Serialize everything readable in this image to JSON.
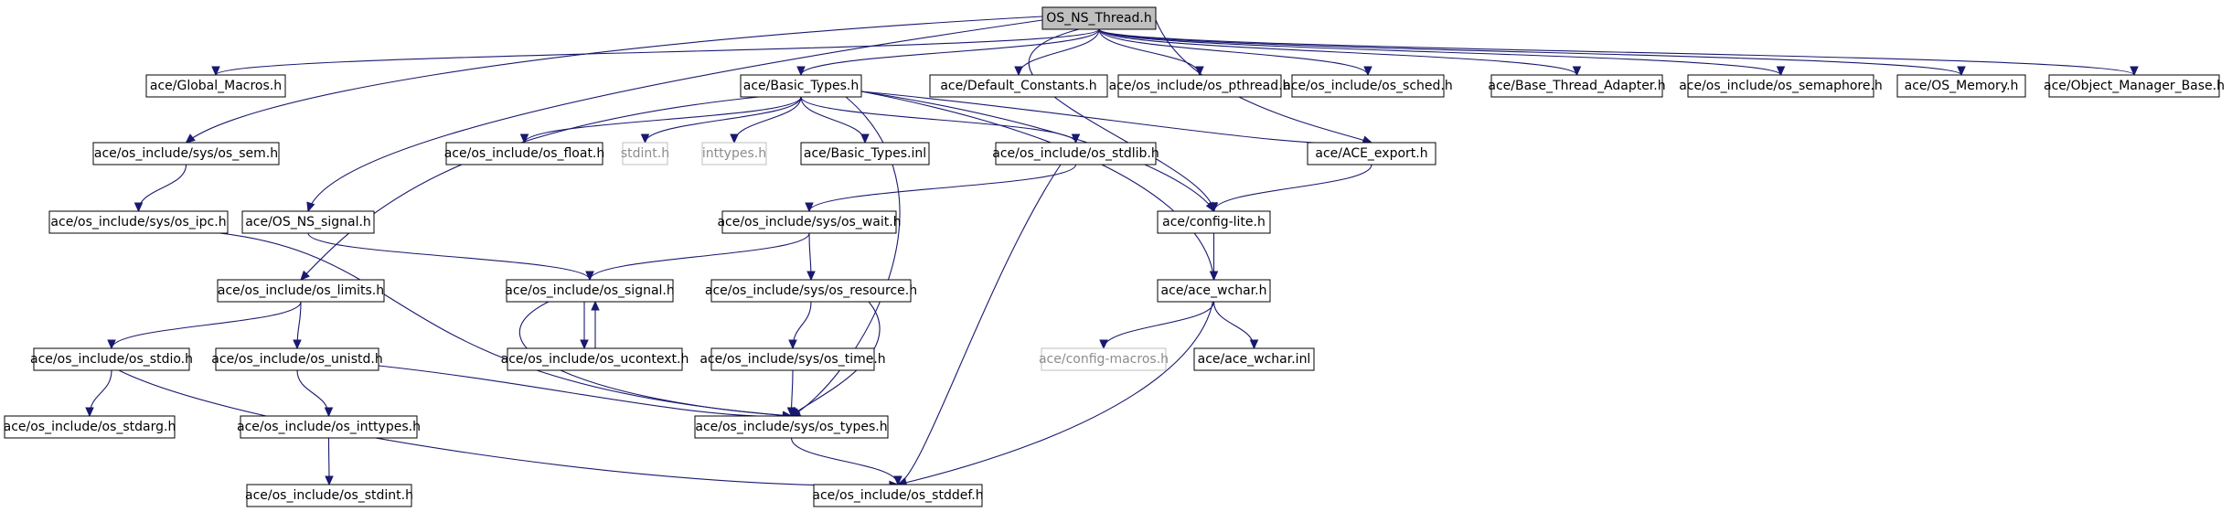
{
  "graph": {
    "edge_color": "#191970",
    "root_fill": "#bfbfbf",
    "external_border": "#bfbfbf",
    "nodes": [
      {
        "id": "root",
        "label": "OS_NS_Thread.h",
        "kind": "root"
      },
      {
        "id": "global_macros",
        "label": "ace/Global_Macros.h"
      },
      {
        "id": "basic_types",
        "label": "ace/Basic_Types.h"
      },
      {
        "id": "default_constants",
        "label": "ace/Default_Constants.h"
      },
      {
        "id": "os_pthread",
        "label": "ace/os_include/os_pthread.h"
      },
      {
        "id": "os_sched",
        "label": "ace/os_include/os_sched.h"
      },
      {
        "id": "base_thread_adapter",
        "label": "ace/Base_Thread_Adapter.h"
      },
      {
        "id": "os_semaphore",
        "label": "ace/os_include/os_semaphore.h"
      },
      {
        "id": "os_memory",
        "label": "ace/OS_Memory.h"
      },
      {
        "id": "object_manager_base",
        "label": "ace/Object_Manager_Base.h"
      },
      {
        "id": "sys_os_sem",
        "label": "ace/os_include/sys/os_sem.h"
      },
      {
        "id": "os_float",
        "label": "ace/os_include/os_float.h"
      },
      {
        "id": "stdint",
        "label": "stdint.h",
        "kind": "external"
      },
      {
        "id": "inttypes",
        "label": "inttypes.h",
        "kind": "external"
      },
      {
        "id": "basic_types_inl",
        "label": "ace/Basic_Types.inl"
      },
      {
        "id": "os_stdlib",
        "label": "ace/os_include/os_stdlib.h"
      },
      {
        "id": "ace_export",
        "label": "ace/ACE_export.h"
      },
      {
        "id": "sys_os_ipc",
        "label": "ace/os_include/sys/os_ipc.h"
      },
      {
        "id": "os_ns_signal",
        "label": "ace/OS_NS_signal.h"
      },
      {
        "id": "sys_os_wait",
        "label": "ace/os_include/sys/os_wait.h"
      },
      {
        "id": "config_lite",
        "label": "ace/config-lite.h"
      },
      {
        "id": "os_limits",
        "label": "ace/os_include/os_limits.h"
      },
      {
        "id": "os_signal",
        "label": "ace/os_include/os_signal.h"
      },
      {
        "id": "sys_os_resource",
        "label": "ace/os_include/sys/os_resource.h"
      },
      {
        "id": "ace_wchar",
        "label": "ace/ace_wchar.h"
      },
      {
        "id": "os_stdio",
        "label": "ace/os_include/os_stdio.h"
      },
      {
        "id": "os_unistd",
        "label": "ace/os_include/os_unistd.h"
      },
      {
        "id": "os_ucontext",
        "label": "ace/os_include/os_ucontext.h"
      },
      {
        "id": "sys_os_time",
        "label": "ace/os_include/sys/os_time.h"
      },
      {
        "id": "config_macros",
        "label": "ace/config-macros.h",
        "kind": "external"
      },
      {
        "id": "ace_wchar_inl",
        "label": "ace/ace_wchar.inl"
      },
      {
        "id": "os_stdarg",
        "label": "ace/os_include/os_stdarg.h"
      },
      {
        "id": "os_inttypes",
        "label": "ace/os_include/os_inttypes.h"
      },
      {
        "id": "sys_os_types",
        "label": "ace/os_include/sys/os_types.h"
      },
      {
        "id": "os_stdint",
        "label": "ace/os_include/os_stdint.h"
      },
      {
        "id": "os_stddef",
        "label": "ace/os_include/os_stddef.h"
      }
    ],
    "edges": [
      [
        "root",
        "global_macros"
      ],
      [
        "root",
        "basic_types"
      ],
      [
        "root",
        "default_constants"
      ],
      [
        "root",
        "os_pthread"
      ],
      [
        "root",
        "os_sched"
      ],
      [
        "root",
        "base_thread_adapter"
      ],
      [
        "root",
        "os_semaphore"
      ],
      [
        "root",
        "os_memory"
      ],
      [
        "root",
        "object_manager_base"
      ],
      [
        "root",
        "sys_os_sem"
      ],
      [
        "root",
        "os_ns_signal"
      ],
      [
        "root",
        "ace_export"
      ],
      [
        "root",
        "config_lite"
      ],
      [
        "basic_types",
        "os_limits"
      ],
      [
        "basic_types",
        "os_float"
      ],
      [
        "basic_types",
        "stdint"
      ],
      [
        "basic_types",
        "inttypes"
      ],
      [
        "basic_types",
        "basic_types_inl"
      ],
      [
        "basic_types",
        "os_stdlib"
      ],
      [
        "basic_types",
        "ace_export"
      ],
      [
        "basic_types",
        "config_lite"
      ],
      [
        "basic_types",
        "sys_os_types"
      ],
      [
        "basic_types",
        "os_stddef"
      ],
      [
        "sys_os_sem",
        "sys_os_ipc"
      ],
      [
        "sys_os_ipc",
        "sys_os_types"
      ],
      [
        "os_ns_signal",
        "os_signal"
      ],
      [
        "os_stdlib",
        "sys_os_wait"
      ],
      [
        "os_stdlib",
        "os_stddef"
      ],
      [
        "sys_os_wait",
        "os_signal"
      ],
      [
        "sys_os_wait",
        "sys_os_resource"
      ],
      [
        "sys_os_resource",
        "sys_os_time"
      ],
      [
        "sys_os_resource",
        "sys_os_types"
      ],
      [
        "sys_os_time",
        "sys_os_types"
      ],
      [
        "os_signal",
        "os_ucontext"
      ],
      [
        "os_ucontext",
        "os_signal"
      ],
      [
        "os_signal",
        "sys_os_types"
      ],
      [
        "ace_export",
        "config_lite"
      ],
      [
        "config_lite",
        "ace_wchar"
      ],
      [
        "ace_wchar",
        "config_macros"
      ],
      [
        "ace_wchar",
        "ace_wchar_inl"
      ],
      [
        "os_limits",
        "os_stdio"
      ],
      [
        "os_limits",
        "os_unistd"
      ],
      [
        "os_stdio",
        "os_stdarg"
      ],
      [
        "os_stdio",
        "os_stddef"
      ],
      [
        "os_unistd",
        "os_inttypes"
      ],
      [
        "os_unistd",
        "sys_os_types"
      ],
      [
        "os_inttypes",
        "os_stdint"
      ],
      [
        "sys_os_types",
        "os_stddef"
      ]
    ]
  }
}
